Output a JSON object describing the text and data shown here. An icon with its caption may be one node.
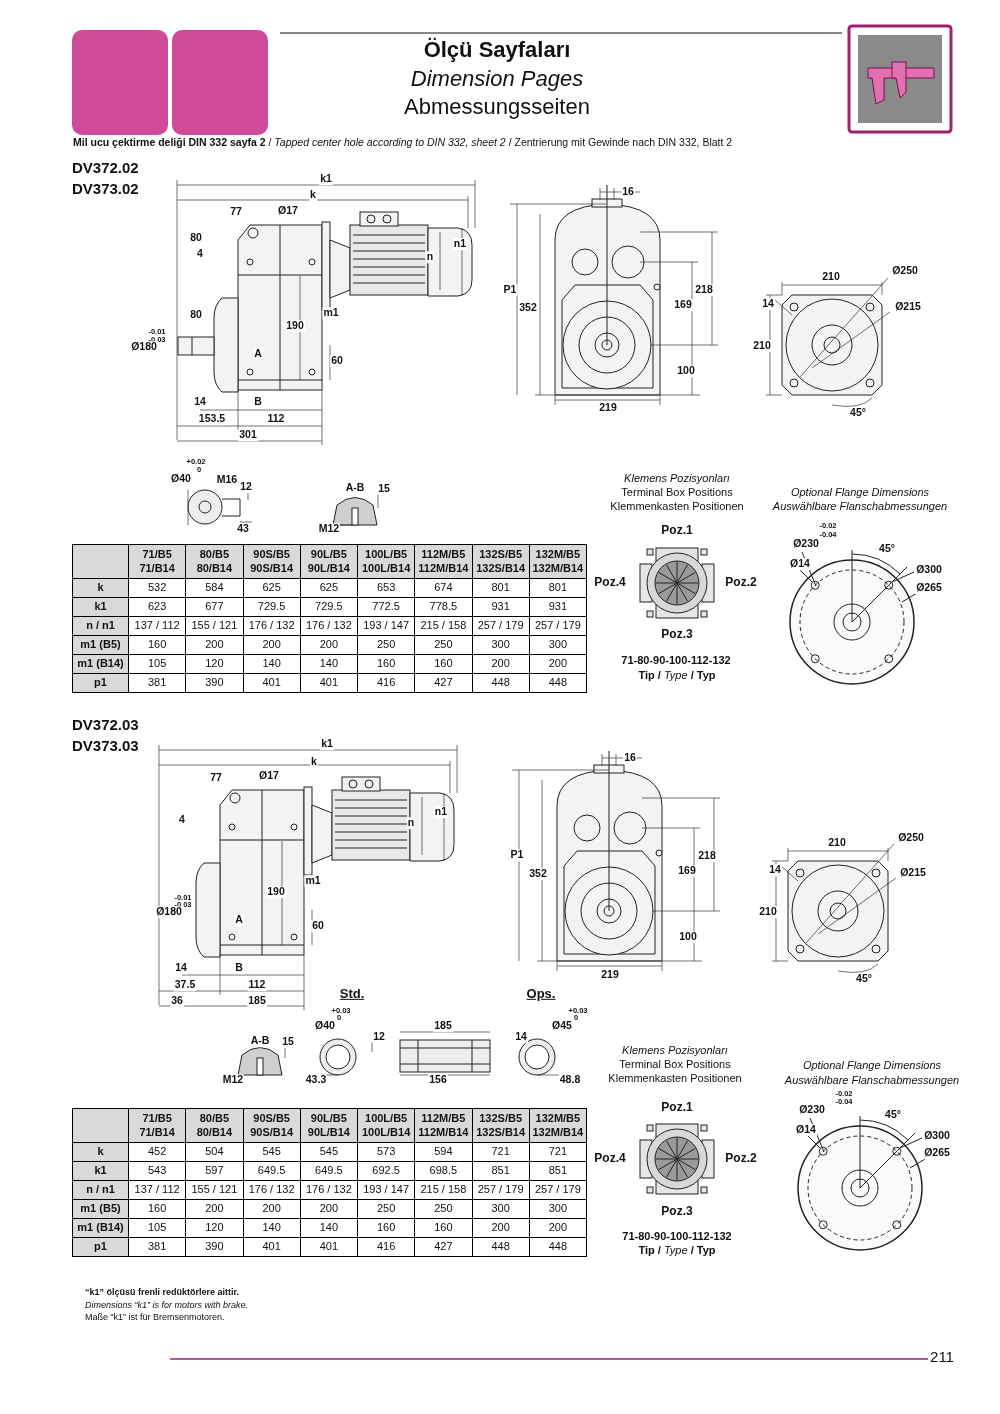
{
  "diagram": {
    "title": "Ölçü Sayfaları",
    "labels": [
      "Dimension Pages",
      "Abmessungsseiten",
      "**Mil ucu çektirme deliği DIN 332 sayfa 2** / *Tapped center hole according to DIN 332, sheet 2* / Zentrierung mit Gewinde nach DIN 332, Blatt 2",
      "DV372.02",
      "DV373.02",
      "k1",
      "k",
      "77",
      "Ø17",
      "80",
      "4",
      "n1",
      "n",
      "80",
      "m1",
      "190",
      "-0.01",
      "-0.03",
      "Ø180",
      "A",
      "60",
      "14",
      "B",
      "153.5",
      "112",
      "301",
      "16",
      "P1",
      "218",
      "352",
      "169",
      "100",
      "219",
      "210",
      "Ø250",
      "14",
      "Ø215",
      "210",
      "45°",
      "+0.02",
      "0",
      "Ø40",
      "M16",
      "12",
      "43",
      "A-B",
      "15",
      "M12",
      "Klemens Pozisyonları",
      "Terminal Box Positions",
      "Klemmenkasten Positionen",
      "Optional Flange Dimensions",
      "Auswählbare Flanschabmessungen",
      "71/B5 71/B14",
      "80/B5 80/B14",
      "90S/B5 90S/B14",
      "90L/B5 90L/B14",
      "100L/B5 100L/B14",
      "112M/B5 112M/B14",
      "132S/B5 132S/B14",
      "132M/B5 132M/B14",
      "k",
      "532",
      "584",
      "625",
      "625",
      "653",
      "674",
      "801",
      "801",
      "k1",
      "623",
      "677",
      "729.5",
      "729.5",
      "772.5",
      "778.5",
      "931",
      "931",
      "n / n1",
      "137 / 112",
      "155 / 121",
      "176 / 132",
      "176 / 132",
      "193 / 147",
      "215 / 158",
      "257 / 179",
      "257 / 179",
      "m1 (B5)",
      "160",
      "200",
      "200",
      "200",
      "250",
      "250",
      "300",
      "300",
      "m1 (B14)",
      "105",
      "120",
      "140",
      "140",
      "160",
      "160",
      "200",
      "200",
      "p1",
      "381",
      "390",
      "401",
      "401",
      "416",
      "427",
      "448",
      "448",
      "Poz.1",
      "Poz.4",
      "Poz.2",
      "Poz.3",
      "71-80-90-100-112-132",
      "**Tip** / *Type* / Typ",
      "-0.02",
      "-0.04",
      "Ø230",
      "45°",
      "Ø14",
      "Ø300",
      "Ø265",
      "DV372.03",
      "DV373.03",
      "k1",
      "k",
      "77",
      "Ø17",
      "4",
      "n1",
      "n",
      "m1",
      "190",
      "-0.01",
      "-0.03",
      "Ø180",
      "A",
      "60",
      "14",
      "B",
      "37.5",
      "112",
      "36",
      "185",
      "Std.",
      "Ops.",
      "16",
      "P1",
      "218",
      "352",
      "169",
      "100",
      "219",
      "210",
      "Ø250",
      "14",
      "Ø215",
      "210",
      "45°",
      "A-B",
      "15",
      "M12",
      "+0.03",
      "0",
      "Ø40",
      "12",
      "43.3",
      "185",
      "156",
      "14",
      "+0.03",
      "0",
      "Ø45",
      "48.8",
      "Klemens Pozisyonları",
      "Terminal Box Positions",
      "Klemmenkasten Positionen",
      "Optional Flange Dimensions",
      "Auswählbare Flanschabmessungen",
      "71/B5 71/B14",
      "80/B5 80/B14",
      "90S/B5 90S/B14",
      "90L/B5 90L/B14",
      "100L/B5 100L/B14",
      "112M/B5 112M/B14",
      "132S/B5 132S/B14",
      "132M/B5 132M/B14",
      "k",
      "452",
      "504",
      "545",
      "545",
      "573",
      "594",
      "721",
      "721",
      "k1",
      "543",
      "597",
      "649.5",
      "649.5",
      "692.5",
      "698.5",
      "851",
      "851",
      "n / n1",
      "137 / 112",
      "155 / 121",
      "176 / 132",
      "176 / 132",
      "193 / 147",
      "215 / 158",
      "257 / 179",
      "257 / 179",
      "m1 (B5)",
      "160",
      "200",
      "200",
      "200",
      "250",
      "250",
      "300",
      "300",
      "m1 (B14)",
      "105",
      "120",
      "140",
      "140",
      "160",
      "160",
      "200",
      "200",
      "p1",
      "381",
      "390",
      "401",
      "401",
      "416",
      "427",
      "448",
      "448",
      "Poz.1",
      "Poz.4",
      "Poz.2",
      "Poz.3",
      "71-80-90-100-112-132",
      "**Tip** / *Type* / Typ",
      "-0.02",
      "-0.04",
      "Ø230",
      "45°",
      "Ø14",
      "Ø300",
      "Ø265",
      "“k1” ölçüsü frenli redüktörlere aittir.",
      "Dimensions “k1” is for motors with brake.",
      "Maße “k1” ist für Bremsenmotoren.",
      "211"
    ]
  }
}
